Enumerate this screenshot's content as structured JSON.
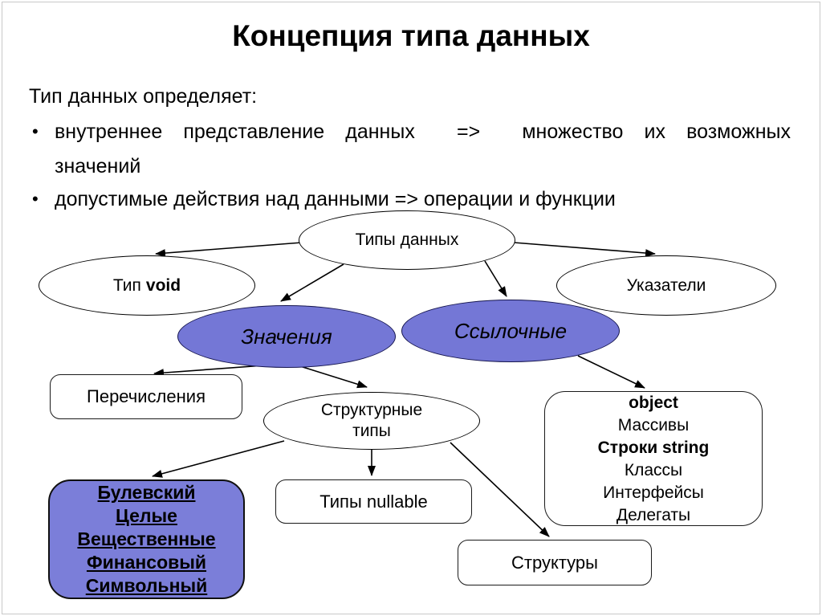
{
  "slide": {
    "title": "Концепция типа данных",
    "intro": "Тип данных определяет:",
    "bullet_char": "•",
    "bullets": [
      {
        "line1": "внутреннее представление данных  =>  множество их возможных",
        "line2": "значений"
      },
      {
        "line1": "допустимые действия над данными => операции и функции"
      }
    ]
  },
  "diagram": {
    "types_label": "Типы данных",
    "void_prefix": "Тип",
    "void_bold": "void",
    "pointers_label": "Указатели",
    "values_label": "Значения",
    "reference_label": "Ссылочные",
    "enums_label": "Перечисления",
    "structural_line1": "Структурные",
    "structural_line2": "типы",
    "object_lines": [
      "object",
      "Массивы",
      "Строки string",
      "Классы",
      "Интерфейсы",
      "Делегаты"
    ],
    "nullable_label": "Типы nullable",
    "simple_lines": [
      "Булевский",
      "Целые",
      "Вещественные",
      "Финансовый",
      "Символьный"
    ],
    "structs_label": "Структуры",
    "colors": {
      "node_fill_blue": "#7477d6",
      "node_border_blue": "#16164f",
      "simple_box_fill": "#7b7ed9",
      "node_fill_white": "#ffffff",
      "line_color": "#000000"
    }
  }
}
